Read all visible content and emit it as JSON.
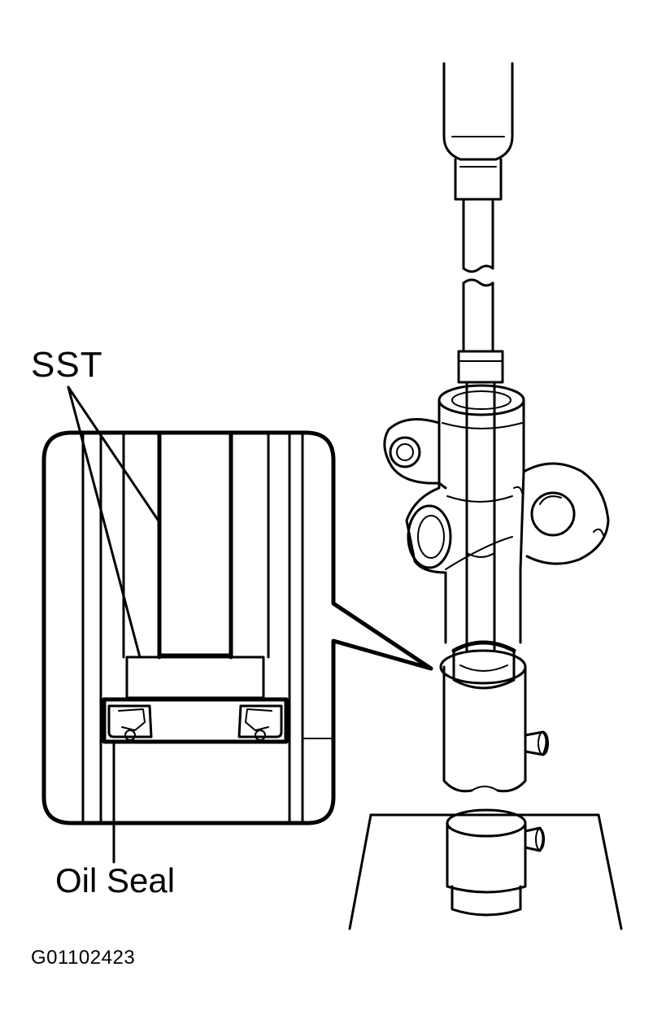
{
  "labels": {
    "sst": "SST",
    "oil_seal": "Oil Seal",
    "figure_code": "G01102423"
  },
  "colors": {
    "line": "#000000",
    "background": "#ffffff"
  },
  "icons": [
    "steering-gear-housing-drawing",
    "special-service-tool-drawing",
    "oil-seal-detail-inset"
  ]
}
